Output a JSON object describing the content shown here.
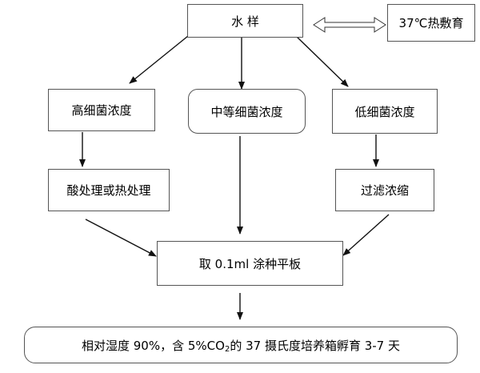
{
  "nodes": {
    "water_sample": "水 样",
    "heat_shock": "37℃热敷育",
    "high_conc": "高细菌浓度",
    "mid_conc": "中等细菌浓度",
    "low_conc": "低细菌浓度",
    "acid_heat": "酸处理或热处理",
    "filter_conc": "过滤浓缩",
    "plate": "取 0.1ml 涂种平板",
    "incubate_prefix": "相对湿度 90%，含 5%CO",
    "incubate_sub": "2",
    "incubate_suffix": "的 37 摄氏度培养箱孵育 3-7 天"
  }
}
